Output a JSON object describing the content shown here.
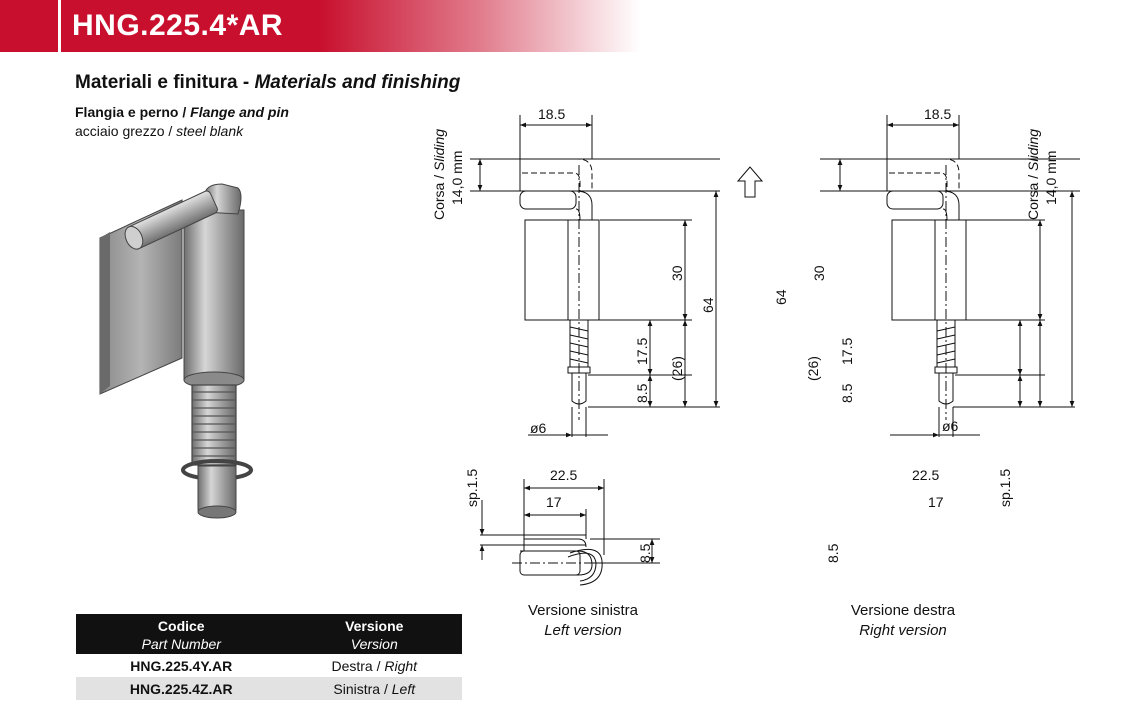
{
  "header": {
    "title": "HNG.225.4*AR"
  },
  "materials": {
    "heading_it": "Materiali e finitura - ",
    "heading_en": "Materials and finishing",
    "flange_it": "Flangia e perno / ",
    "flange_en": "Flange and pin",
    "steel_it": "acciaio grezzo / ",
    "steel_en": "steel blank"
  },
  "drawing": {
    "dims": {
      "d18_5": "18.5",
      "stroke_it": "Corsa / ",
      "stroke_en": "Sliding",
      "stroke_mm": "14,0 mm",
      "d30": "30",
      "d64": "64",
      "d17_5": "17.5",
      "d26": "(26)",
      "d8_5": "8.5",
      "phi6": "ø6",
      "d22_5": "22.5",
      "d17": "17",
      "sp": "sp.1.5"
    },
    "left_caption": {
      "it": "Versione sinistra",
      "en": "Left version"
    },
    "right_caption": {
      "it": "Versione destra",
      "en": "Right version"
    }
  },
  "table": {
    "col1_title": "Codice",
    "col1_sub": "Part Number",
    "col2_title": "Versione",
    "col2_sub": "Version",
    "rows": [
      {
        "code": "HNG.225.4Y.AR",
        "version_it": "Destra / ",
        "version_en": "Right"
      },
      {
        "code": "HNG.225.4Z.AR",
        "version_it": "Sinistra / ",
        "version_en": "Left"
      }
    ]
  },
  "colors": {
    "brand_red": "#c8102e"
  }
}
